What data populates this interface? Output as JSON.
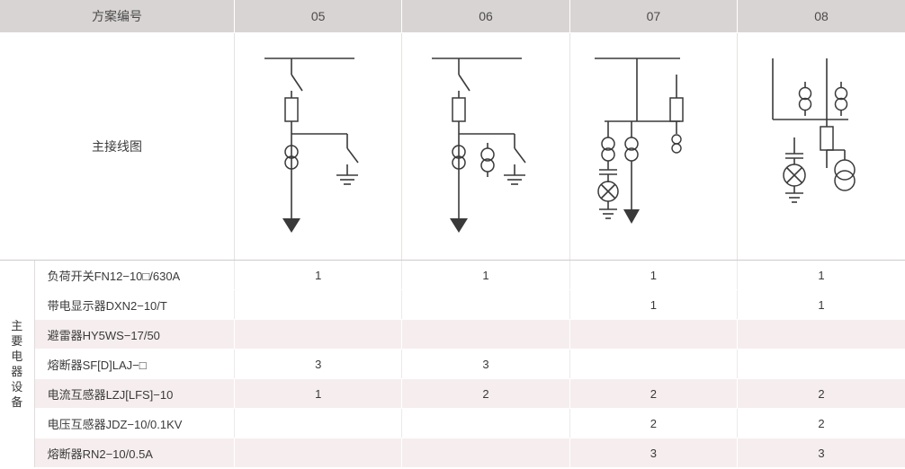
{
  "header": {
    "scheme_label": "方案编号",
    "columns": [
      "05",
      "06",
      "07",
      "08"
    ]
  },
  "diagram_row": {
    "label": "主接线图"
  },
  "side_label": "主要电器设备",
  "side_label_chars": [
    "主",
    "要",
    "电",
    "器",
    "设",
    "备"
  ],
  "rows": [
    {
      "name": "负荷开关FN12−10□/630A",
      "values": [
        "1",
        "1",
        "1",
        "1"
      ],
      "shaded": false
    },
    {
      "name": "带电显示器DXN2−10/T",
      "values": [
        "",
        "",
        "1",
        "1"
      ],
      "shaded": false
    },
    {
      "name": "避雷器HY5WS−17/50",
      "values": [
        "",
        "",
        "",
        ""
      ],
      "shaded": true
    },
    {
      "name": "熔断器SF[D]LAJ−□",
      "values": [
        "3",
        "3",
        "",
        ""
      ],
      "shaded": false
    },
    {
      "name": "电流互感器LZJ[LFS]−10",
      "values": [
        "1",
        "2",
        "2",
        "2"
      ],
      "shaded": true
    },
    {
      "name": "电压互感器JDZ−10/0.1KV",
      "values": [
        "",
        "",
        "2",
        "2"
      ],
      "shaded": false
    },
    {
      "name": "熔断器RN2−10/0.5A",
      "values": [
        "",
        "",
        "3",
        "3"
      ],
      "shaded": true
    }
  ],
  "colors": {
    "header_bg": "#d9d4d4",
    "shade_bg": "#f6eeee",
    "line": "#3a3a3a",
    "text": "#3a3a3a"
  }
}
